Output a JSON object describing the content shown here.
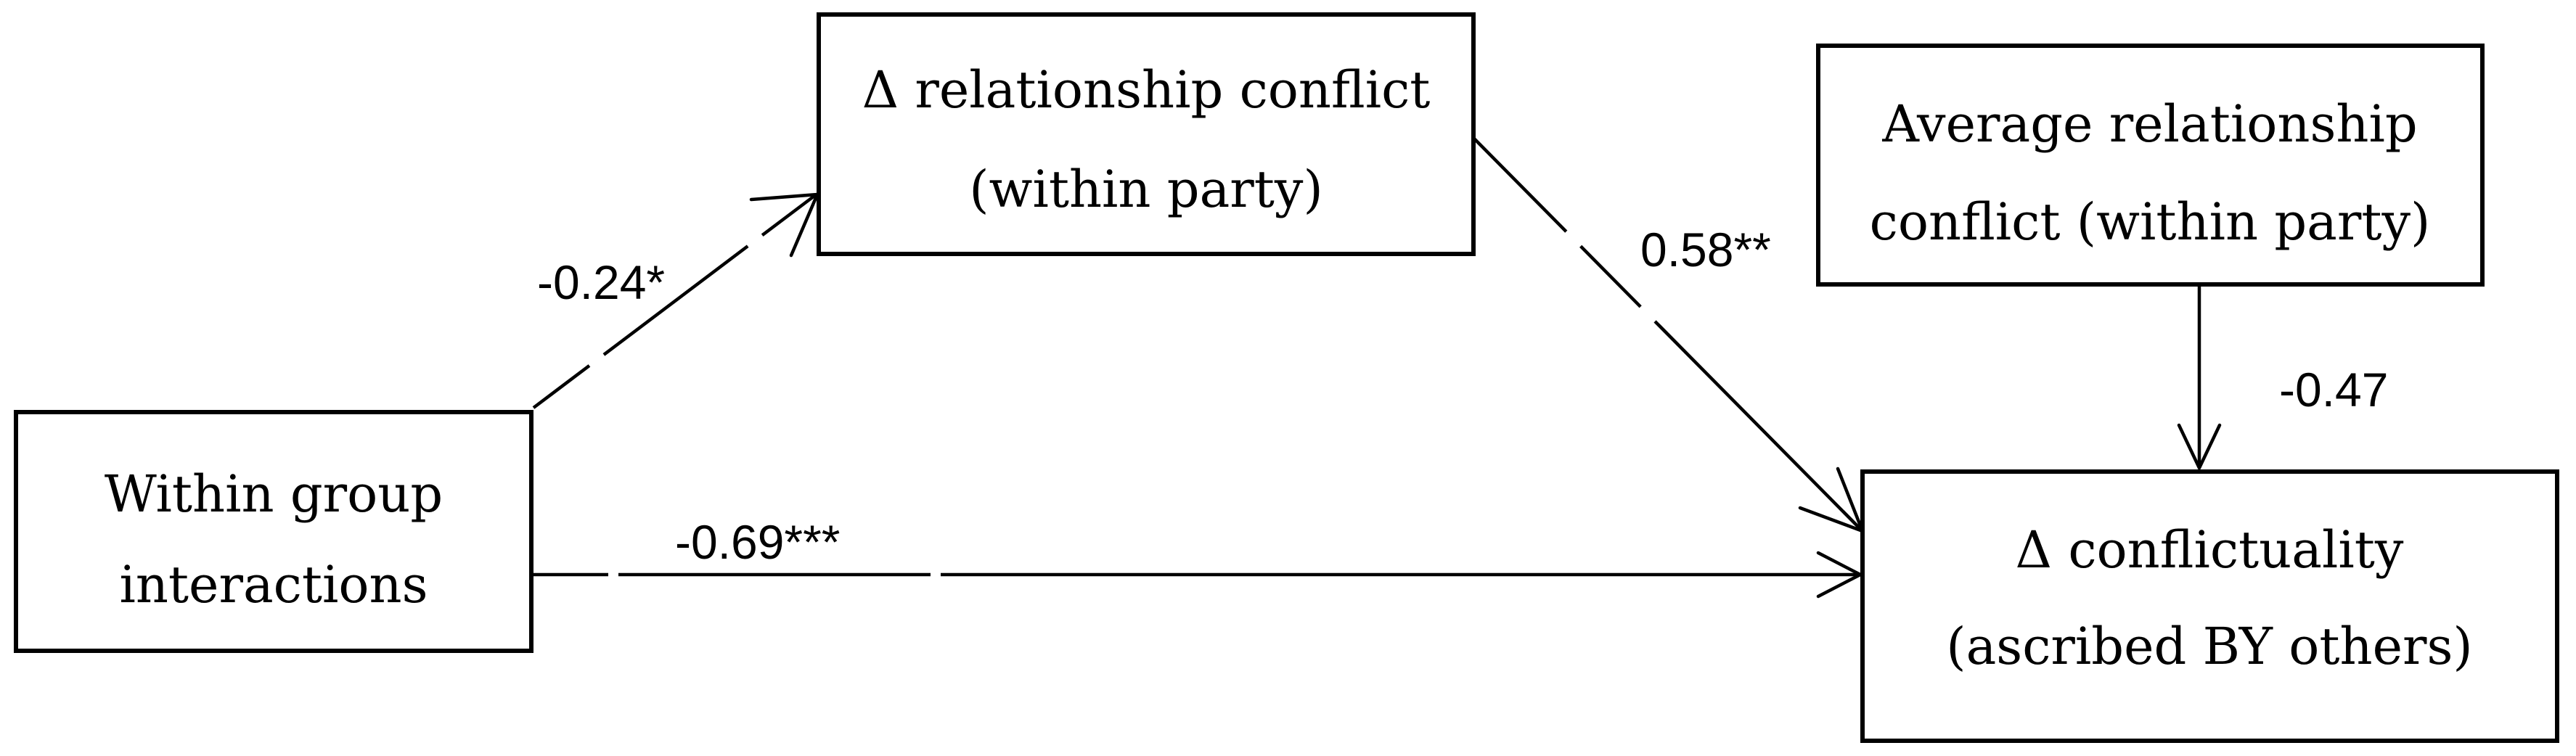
{
  "nodes": {
    "within_group": {
      "lines": [
        "Within group",
        "interactions"
      ]
    },
    "relationship_conflict": {
      "lines": [
        "Δ relationship conflict",
        "(within party)"
      ]
    },
    "average_conflict": {
      "lines": [
        "Average relationship",
        "conflict (within party)"
      ]
    },
    "conflictuality": {
      "lines": [
        "Δ conflictuality",
        "(ascribed BY others)"
      ]
    }
  },
  "edges": {
    "within_to_relationship": {
      "label": "-0.24*"
    },
    "relationship_to_conflictuality": {
      "label": "0.58**"
    },
    "average_to_conflictuality": {
      "label": "-0.47"
    },
    "within_to_conflictuality": {
      "label": "-0.69***"
    }
  },
  "colors": {
    "stroke": "#000000",
    "background": "#ffffff"
  }
}
